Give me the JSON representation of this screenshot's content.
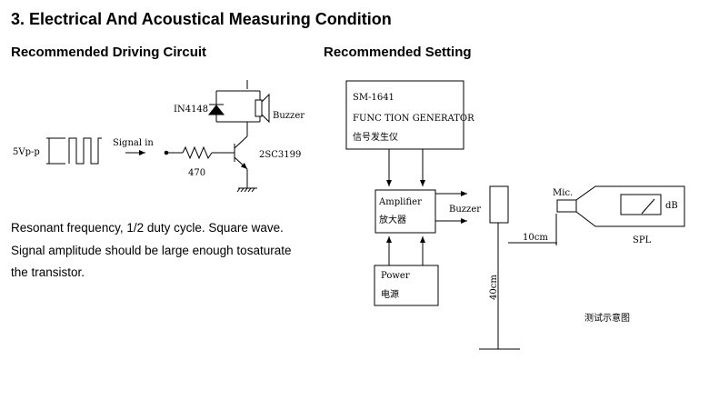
{
  "heading": "3.  Electrical And Acoustical Measuring Condition",
  "driving_circuit": {
    "title": "Recommended Driving Circuit",
    "diode_label": "IN4148",
    "buzzer_label": "Buzzer",
    "voltage_label": "5Vp-p",
    "signal_label": "Signal in",
    "resistor_label": "470",
    "transistor_label": "2SC3199"
  },
  "description": [
    "Resonant frequency, 1/2 duty cycle. Square wave.",
    "Signal amplitude should be large enough tosaturate",
    "the transistor."
  ],
  "setting": {
    "title": "Recommended Setting",
    "generator_lines": [
      "SM-1641",
      "FUNC TION GENERATOR",
      "信号发生仪"
    ],
    "amplifier_lines": [
      "Amplifier",
      "放大器"
    ],
    "power_lines": [
      "Power",
      "电源"
    ],
    "buzzer_label": "Buzzer",
    "mic_label": "Mic.",
    "distance_label": "10cm",
    "height_label": "40cm",
    "db_label": "dB",
    "spl_label": "SPL",
    "caption": "测试示意图"
  }
}
